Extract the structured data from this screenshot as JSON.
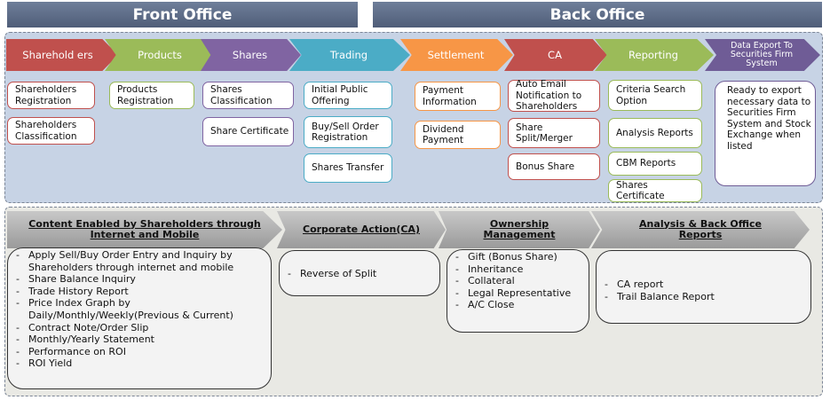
{
  "headers": {
    "front_office": "Front Office",
    "back_office": "Back Office"
  },
  "stages": [
    {
      "label": "Sharehold ers",
      "color": "#c0504d",
      "items": [
        "Shareholders Registration",
        "Shareholders Classification"
      ]
    },
    {
      "label": "Products",
      "color": "#9bbb59",
      "items": [
        "Products Registration"
      ]
    },
    {
      "label": "Shares",
      "color": "#8064a2",
      "items": [
        "Shares Classification",
        "Share Certificate"
      ]
    },
    {
      "label": "Trading",
      "color": "#4bacc6",
      "items": [
        "Initial Public Offering",
        "Buy/Sell Order Registration",
        "Shares Transfer"
      ]
    },
    {
      "label": "Settlement",
      "color": "#f79646",
      "items": [
        "Payment Information",
        "Dividend Payment"
      ]
    },
    {
      "label": "CA",
      "color": "#c0504d",
      "items": [
        "Auto Email Notification to Shareholders",
        "Share Split/Merger",
        "Bonus Share"
      ]
    },
    {
      "label": "Reporting",
      "color": "#9bbb59",
      "items": [
        "Criteria Search Option",
        "Analysis Reports",
        "CBM Reports",
        "Shares Certificate"
      ]
    },
    {
      "label": "Data Export To Securities Firm System",
      "color": "#6f5c96",
      "items": [
        "Ready to export necessary data to Securities Firm System and Stock Exchange when listed"
      ]
    }
  ],
  "bottom_sections": [
    {
      "title": "Content Enabled by Shareholders through Internet and Mobile",
      "items": [
        "Apply Sell/Buy Order Entry and Inquiry by Shareholders through internet and mobile",
        "Share Balance Inquiry",
        "Trade History Report",
        "Price Index Graph by Daily/Monthly/Weekly(Previous & Current)",
        "Contract Note/Order Slip",
        "Monthly/Yearly Statement",
        "Performance on ROI",
        "ROI Yield"
      ]
    },
    {
      "title": "Corporate Action(CA)",
      "items": [
        "Reverse of Split"
      ]
    },
    {
      "title": "Ownership Management",
      "items": [
        "Gift (Bonus Share)",
        "Inheritance",
        "Collateral",
        "Legal Representative",
        "A/C Close"
      ]
    },
    {
      "title": "Analysis & Back Office Reports",
      "items": [
        "CA report",
        "Trail Balance Report"
      ]
    }
  ]
}
